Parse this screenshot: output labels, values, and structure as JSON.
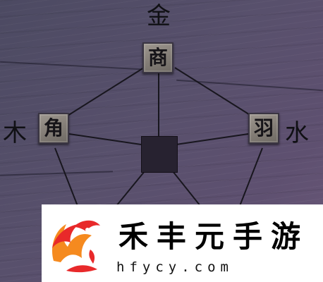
{
  "pentagon": {
    "top": {
      "element": "金",
      "note": "商"
    },
    "left": {
      "element": "木",
      "note": "角"
    },
    "right": {
      "element": "水",
      "note": "羽"
    }
  },
  "watermark": {
    "brand_chars": [
      "禾",
      "丰",
      "元",
      "手",
      "游"
    ],
    "domain": "hfycy.com"
  },
  "colors": {
    "background": "#565068",
    "tile": "#8f8982",
    "line": "#18161e",
    "brand_red": "#e8292a",
    "brand_orange": "#f58a1f"
  }
}
